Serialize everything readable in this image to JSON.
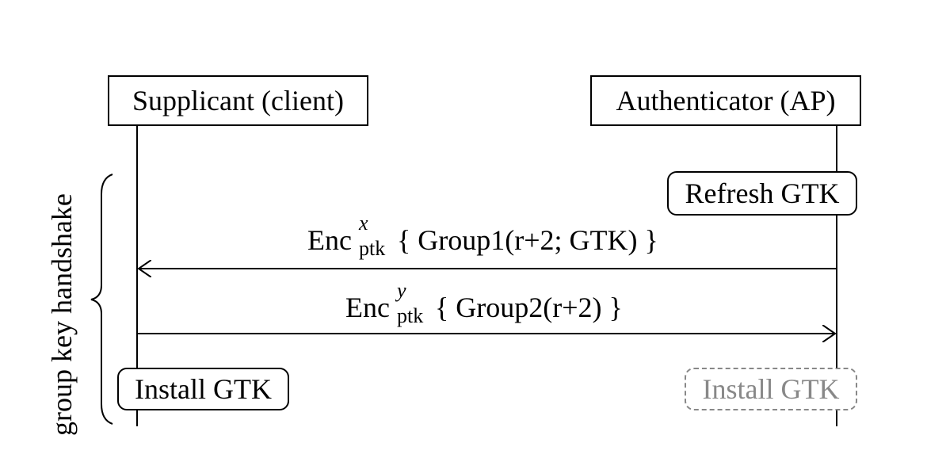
{
  "participants": {
    "left": "Supplicant (client)",
    "right": "Authenticator (AP)"
  },
  "side_label": "group key handshake",
  "actions": {
    "refresh": "Refresh GTK",
    "install_left": "Install GTK",
    "install_right": "Install GTK"
  },
  "messages": [
    {
      "prefix": "Enc",
      "sup": "x",
      "sub": "ptk",
      "body": "{ Group1(r+2; GTK) }",
      "direction": "right-to-left"
    },
    {
      "prefix": "Enc",
      "sup": "y",
      "sub": "ptk",
      "body": "{ Group2(r+2) }",
      "direction": "left-to-right"
    }
  ],
  "colors": {
    "line": "#000000",
    "dashed": "#888888"
  }
}
